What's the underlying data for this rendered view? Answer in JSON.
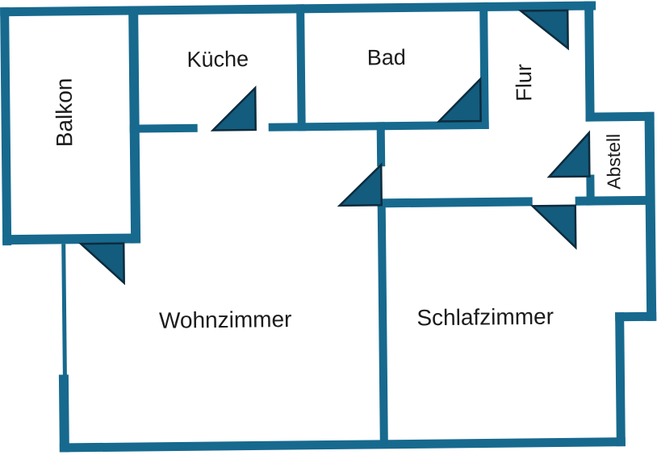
{
  "diagram": {
    "type": "floor-plan",
    "rooms": [
      {
        "name": "Balkon",
        "label_orientation": "vertical"
      },
      {
        "name": "Küche",
        "label_orientation": "horizontal"
      },
      {
        "name": "Bad",
        "label_orientation": "horizontal"
      },
      {
        "name": "Flur",
        "label_orientation": "vertical"
      },
      {
        "name": "Abstell",
        "label_orientation": "vertical"
      },
      {
        "name": "Wohnzimmer",
        "label_orientation": "horizontal"
      },
      {
        "name": "Schlafzimmer",
        "label_orientation": "horizontal"
      }
    ],
    "doors": [
      {
        "icon": "balkon-door-swing-icon"
      },
      {
        "icon": "kueche-door-swing-icon"
      },
      {
        "icon": "bad-door-swing-icon"
      },
      {
        "icon": "entrance-door-swing-icon"
      },
      {
        "icon": "abstell-door-swing-icon"
      },
      {
        "icon": "wohnzimmer-door-swing-icon"
      },
      {
        "icon": "schlafzimmer-door-swing-icon"
      }
    ],
    "colors": {
      "wall": "#17698E",
      "door_fill": "#135C7D",
      "door_outline": "#0D2B3D",
      "label": "#1B1B1B",
      "background": "#FFFFFF"
    }
  }
}
